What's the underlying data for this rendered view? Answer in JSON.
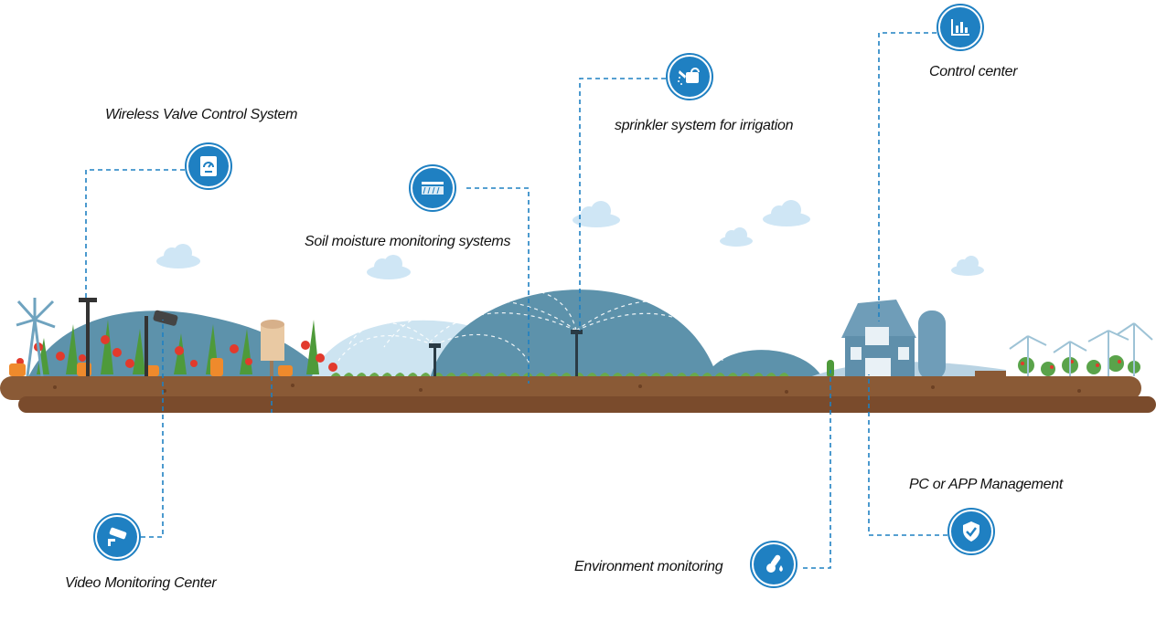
{
  "labels": {
    "wireless_valve": "Wireless Valve Control System",
    "soil_moisture": "Soil moisture monitoring systems",
    "sprinkler": "sprinkler system for irrigation",
    "control_center": "Control center",
    "pc_app": "PC or APP Management",
    "environment": "Environment monitoring",
    "video": "Video Monitoring Center"
  },
  "colors": {
    "accent": "#1f80c2",
    "soil": "#8a5a36",
    "hill": "#5d92ab",
    "cloud": "#cfe6f5"
  },
  "icons": {
    "wireless_valve": "gauge-tablet-icon",
    "soil_moisture": "soil-layer-icon",
    "sprinkler": "watering-can-icon",
    "control_center": "bar-chart-icon",
    "pc_app": "shield-check-icon",
    "environment": "thermometer-drop-icon",
    "video": "cctv-camera-icon"
  }
}
